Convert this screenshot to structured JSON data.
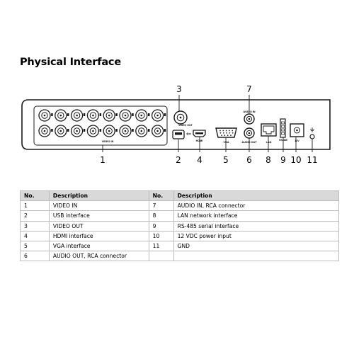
{
  "title": "Physical Interface",
  "diagram": {
    "callouts_bottom": [
      "1",
      "2",
      "4",
      "5",
      "6",
      "8",
      "9",
      "10",
      "11"
    ],
    "callouts_top": [
      "3",
      "7"
    ],
    "panel_labels": {
      "video_in": "VIDEO IN",
      "video_out": "VIDEO OUT",
      "hdmi": "HDMI",
      "vga": "VGA",
      "audio_in": "AUDIO IN",
      "audio_out": "AUDIO OUT",
      "lan": "LAN",
      "rs485": "RS-485",
      "power": "12V"
    }
  },
  "table": {
    "headers": [
      "No.",
      "Description",
      "No.",
      "Description"
    ],
    "rows": [
      [
        "1",
        "VIDEO IN",
        "7",
        "AUDIO IN, RCA connector"
      ],
      [
        "2",
        "USB interface",
        "8",
        "LAN network interface"
      ],
      [
        "3",
        "VIDEO OUT",
        "9",
        "RS-485 serial interface"
      ],
      [
        "4",
        "HDMI interface",
        "10",
        "12 VDC power input"
      ],
      [
        "5",
        "VGA interface",
        "11",
        "GND"
      ],
      [
        "6",
        "AUDIO OUT, RCA connector",
        "",
        ""
      ]
    ]
  }
}
